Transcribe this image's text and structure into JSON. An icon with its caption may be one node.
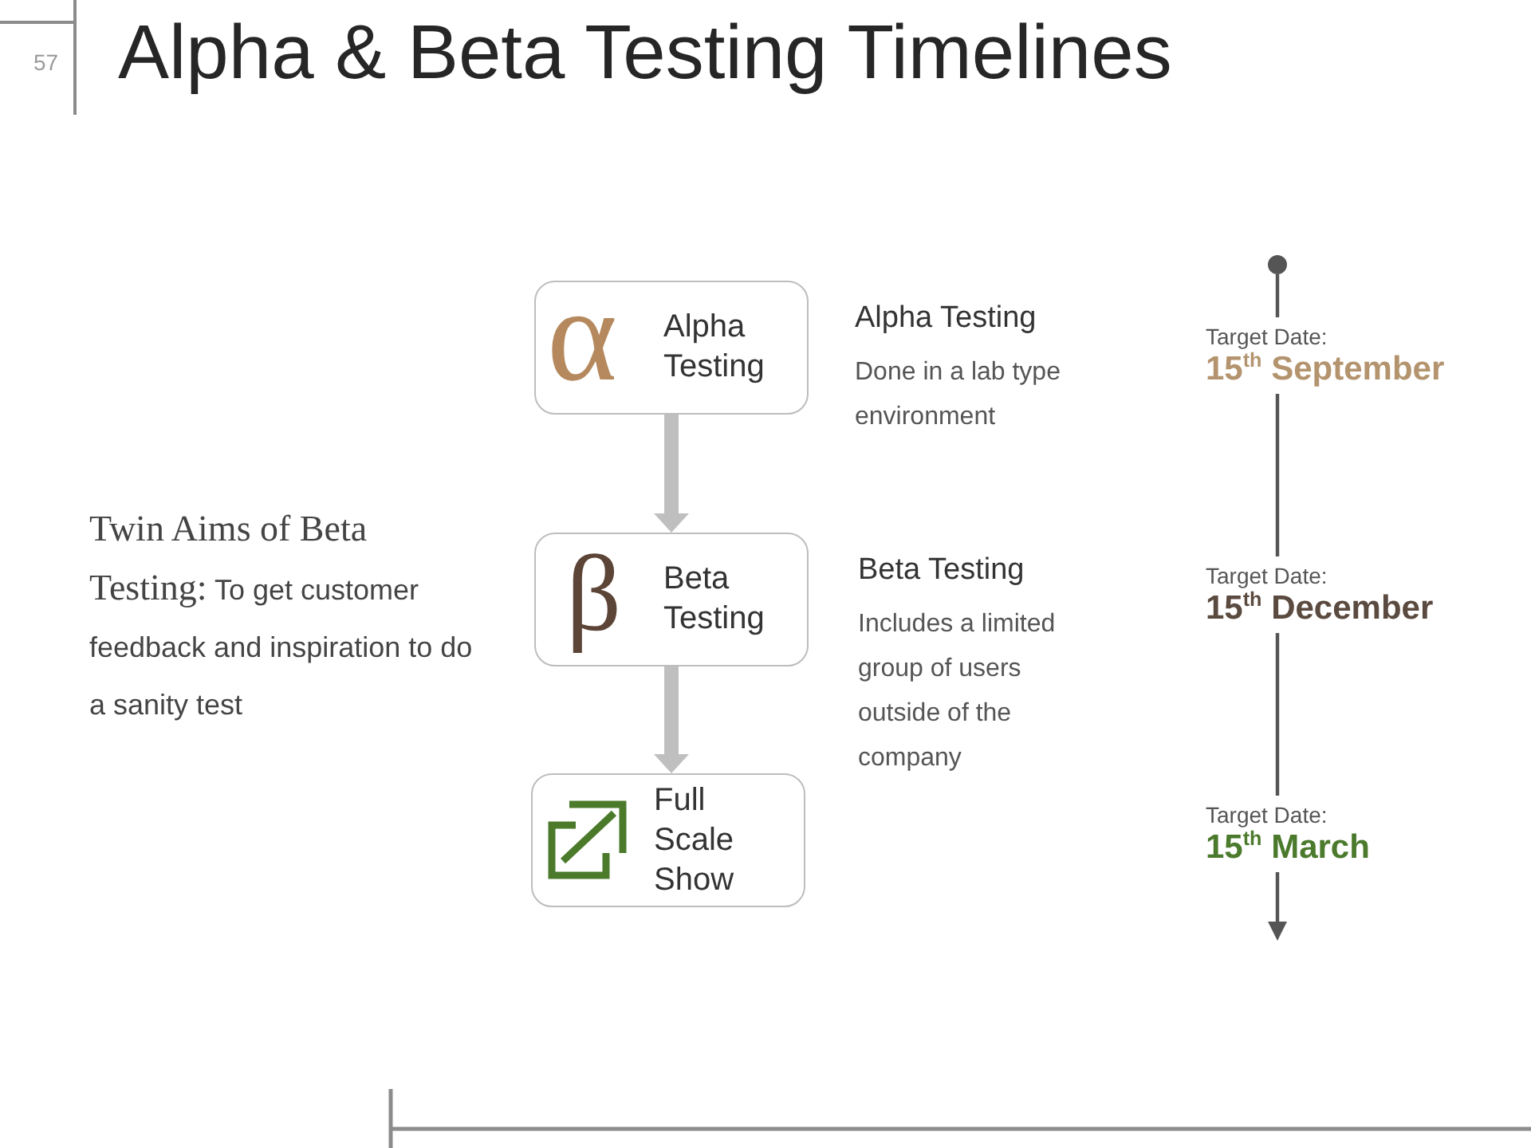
{
  "diagram": {
    "title": "Alpha & Beta Testing Timelines",
    "nodes": [
      {
        "text": [
          "α",
          "Alpha Testing"
        ],
        "beside": [
          "Alpha Testing",
          "Done in a lab type environment"
        ]
      },
      {
        "text": [
          "β",
          "Beta Testing"
        ],
        "beside": [
          "Beta Testing",
          "Includes a limited group of users outside of the company"
        ]
      },
      {
        "text": [
          "Full Scale Show"
        ]
      },
      {
        "text": [],
        "shape": "circle"
      },
      {
        "text": [
          "Target Date:",
          "15$^{th}$ September"
        ]
      },
      {
        "text": [
          "Target Date:",
          "15$^{th}$ December"
        ]
      },
      {
        "text": [
          "Target Date:",
          "15$^{th}$ March"
        ]
      }
    ],
    "edges": [
      {
        "from": 0,
        "to": 1,
        "arrow": "to",
        "style": "thick",
        "color": "#bfbfbf"
      },
      {
        "from": 1,
        "to": 2,
        "arrow": "to",
        "style": "thick",
        "color": "#bfbfbf"
      },
      {
        "from": 3,
        "to": 4,
        "arrow": "none"
      },
      {
        "from": 4,
        "to": 5,
        "arrow": "none"
      },
      {
        "from": 5,
        "to": 6,
        "arrow": "none"
      },
      {
        "from": 6,
        "to": null,
        "arrow": "to"
      }
    ],
    "labels": [
      "57",
      "Twin Aims of Beta Testing:",
      "To get customer feedback and inspiration to do a sanity test"
    ]
  }
}
